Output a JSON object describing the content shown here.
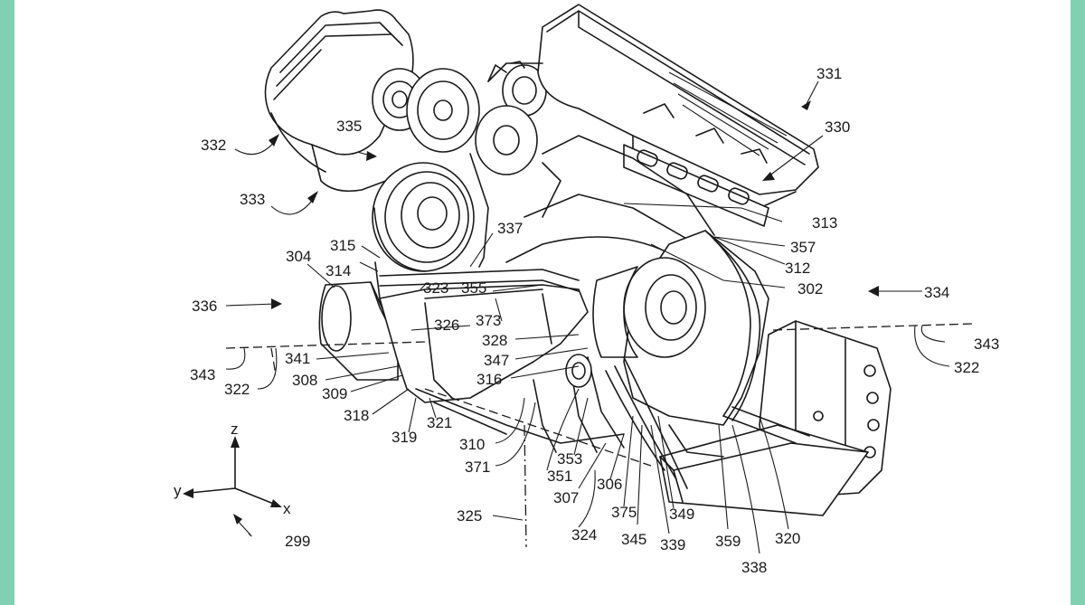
{
  "colors": {
    "accent": "#7fd1b1",
    "ink": "#1a1a1a",
    "background": "#ffffff"
  },
  "figure": {
    "labels": {
      "l299": "299",
      "l302": "302",
      "l304": "304",
      "l306": "306",
      "l307": "307",
      "l308": "308",
      "l309": "309",
      "l310": "310",
      "l312": "312",
      "l313": "313",
      "l314": "314",
      "l315": "315",
      "l316": "316",
      "l318": "318",
      "l319": "319",
      "l320": "320",
      "l321": "321",
      "l322a": "322",
      "l322b": "322",
      "l323": "323",
      "l324": "324",
      "l325": "325",
      "l326": "326",
      "l328": "328",
      "l330": "330",
      "l331": "331",
      "l332": "332",
      "l333": "333",
      "l334": "334",
      "l335": "335",
      "l336": "336",
      "l337": "337",
      "l338": "338",
      "l339": "339",
      "l341": "341",
      "l343a": "343",
      "l343b": "343",
      "l345": "345",
      "l347": "347",
      "l349": "349",
      "l351": "351",
      "l353": "353",
      "l355": "355",
      "l357": "357",
      "l359": "359",
      "l371": "371",
      "l373": "373",
      "l375": "375"
    },
    "axes": {
      "z": "z",
      "y": "y",
      "x": "x"
    }
  }
}
